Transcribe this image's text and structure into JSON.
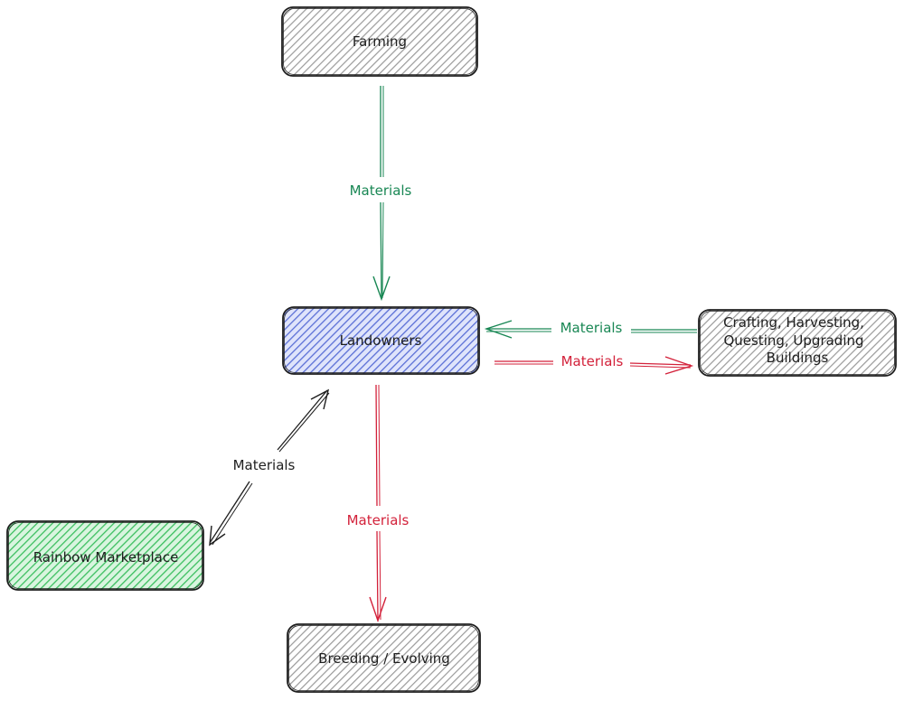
{
  "colors": {
    "gray_fill": "#c8c8c8",
    "blue_fill": "#7f8fe0",
    "green_fill": "#5cd07a",
    "stroke": "#1e1e1e",
    "green_edge": "#198754",
    "red_edge": "#d3213a",
    "black_edge": "#1e1e1e"
  },
  "nodes": {
    "farming": {
      "label": "Farming"
    },
    "landowners": {
      "label": "Landowners"
    },
    "crafting": {
      "label_lines": [
        "Crafting, Harvesting,",
        "Questing, Upgrading",
        "Buildings"
      ]
    },
    "marketplace": {
      "label": "Rainbow Marketplace"
    },
    "breeding": {
      "label": "Breeding / Evolving"
    }
  },
  "edges": {
    "farming_to_landowners": {
      "label": "Materials"
    },
    "crafting_to_landowners": {
      "label": "Materials"
    },
    "landowners_to_crafting": {
      "label": "Materials"
    },
    "landowners_marketplace": {
      "label": "Materials"
    },
    "landowners_to_breeding": {
      "label": "Materials"
    }
  }
}
